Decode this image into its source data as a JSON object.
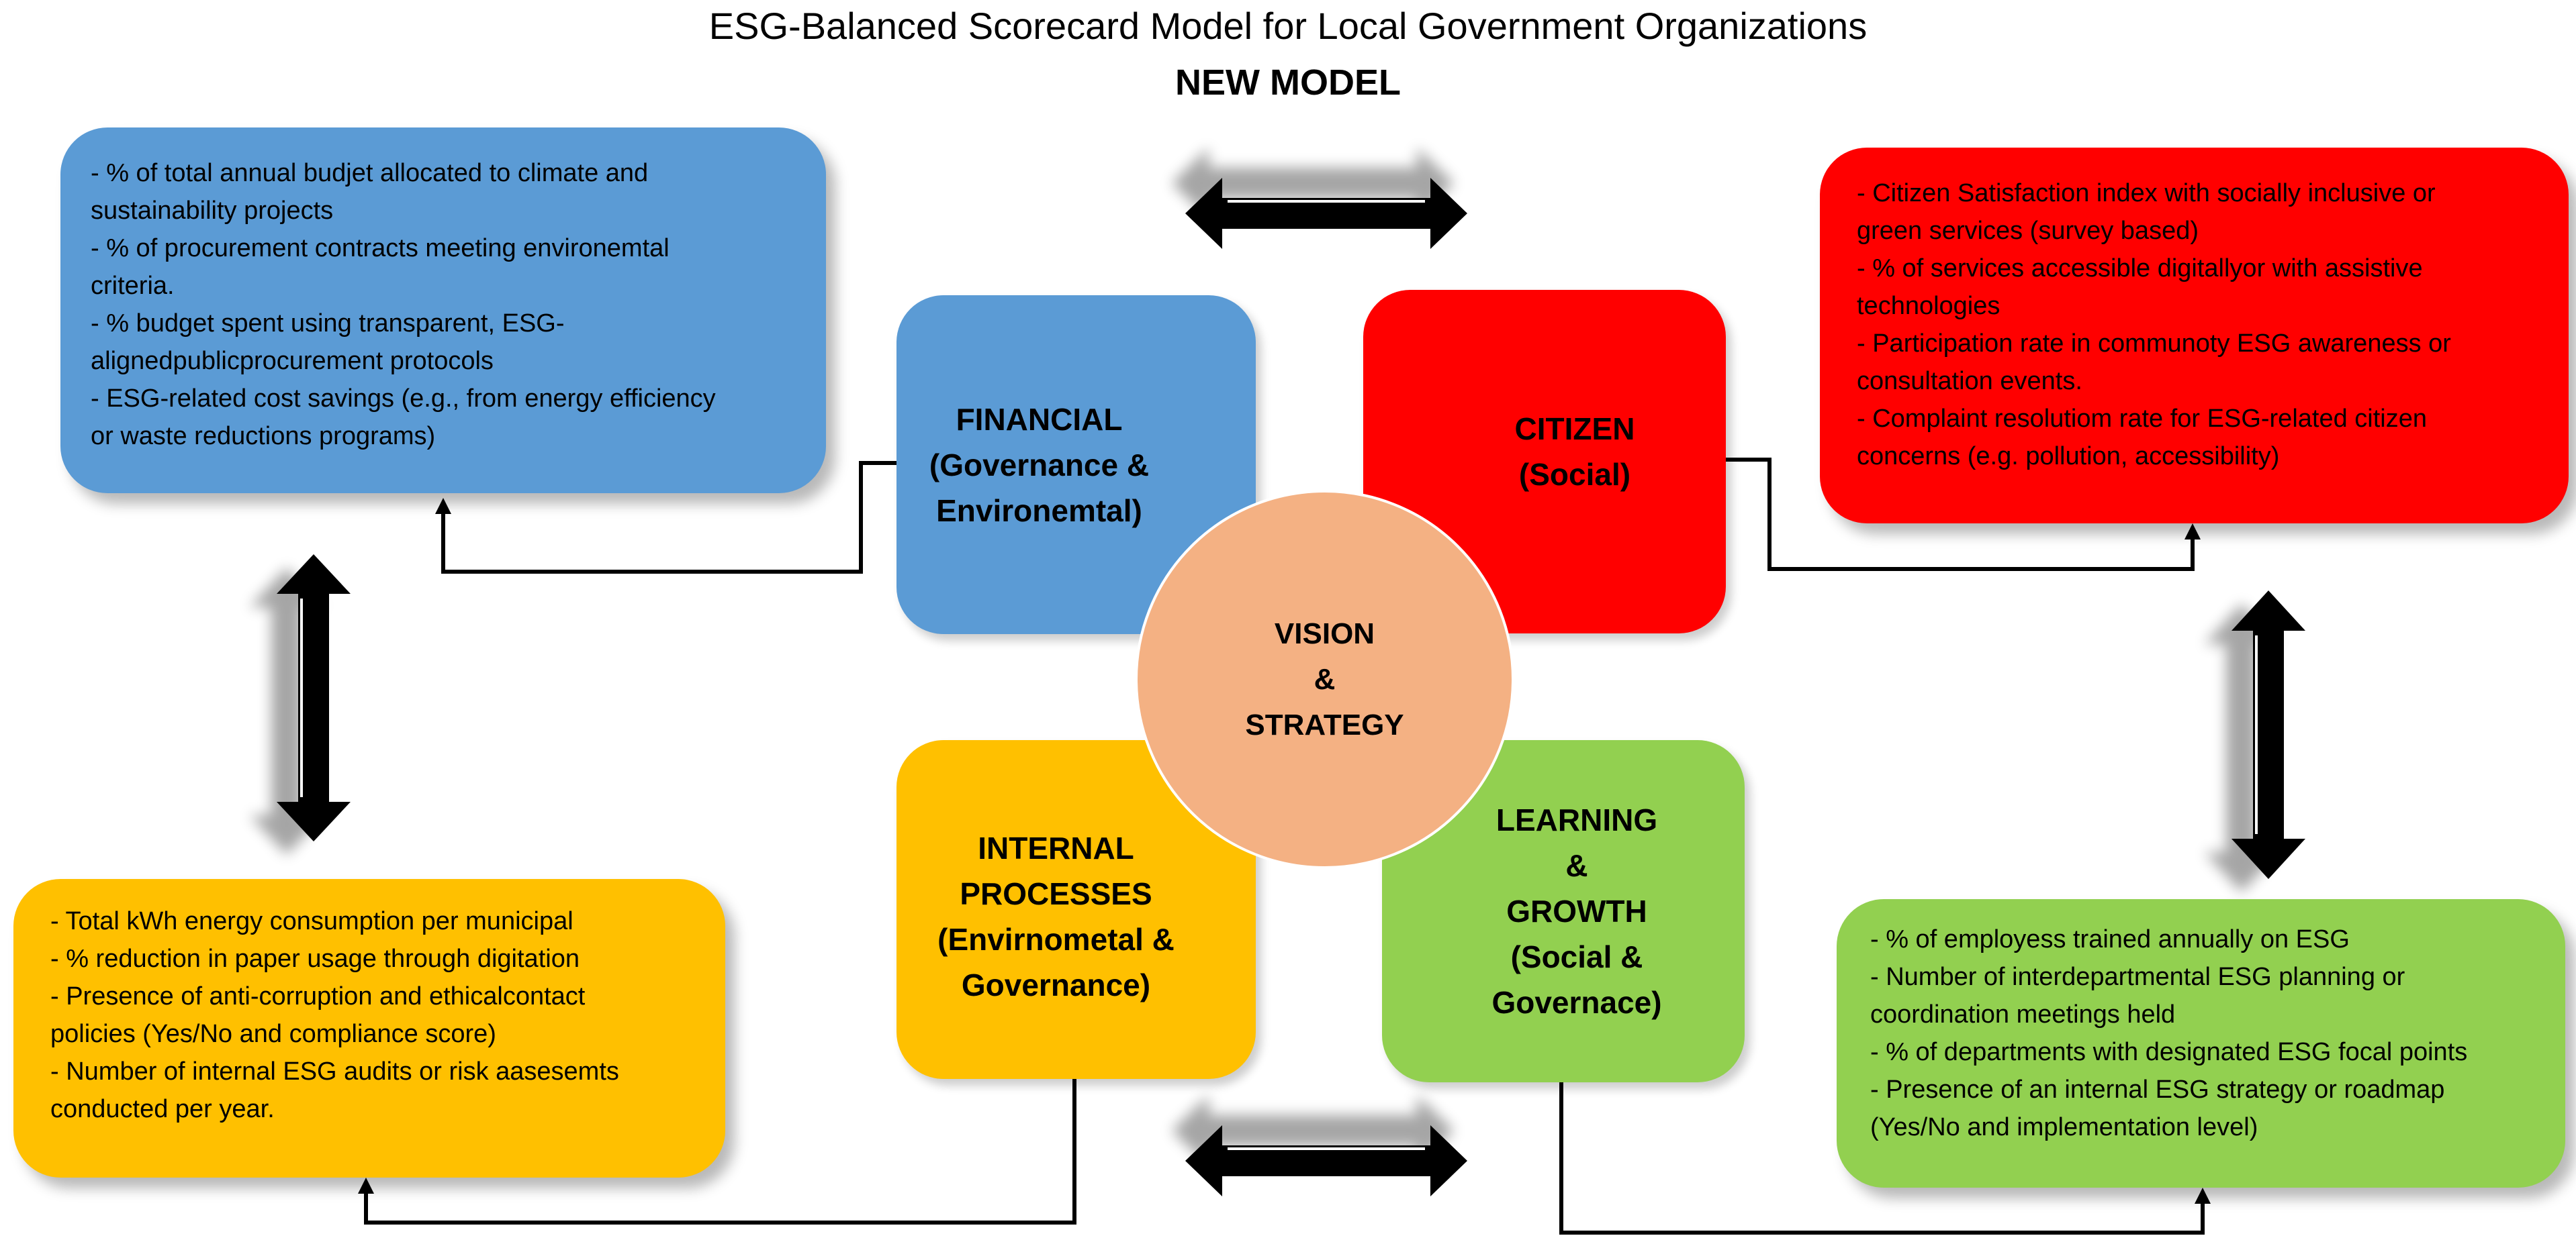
{
  "title": "ESG-Balanced Scorecard Model for Local Government Organizations",
  "subtitle": "NEW MODEL",
  "center": {
    "lines": [
      "VISION",
      "&",
      "STRATEGY"
    ]
  },
  "perspectives": {
    "financial": {
      "lines": [
        "FINANCIAL",
        "(Governance &",
        "Environemtal)"
      ],
      "color": "#5b9bd5"
    },
    "citizen": {
      "lines": [
        "CITIZEN",
        "(Social)"
      ],
      "color": "#ff0000"
    },
    "internal": {
      "lines": [
        "INTERNAL",
        "PROCESSES",
        "(Envirnometal &",
        "Governance)"
      ],
      "color": "#ffc000"
    },
    "learning": {
      "lines": [
        "LEARNING",
        "&",
        "GROWTH",
        "(Social &",
        "Governace)"
      ],
      "color": "#92d050"
    }
  },
  "kpis": {
    "financial": [
      "- % of total annual budjet allocated to climate and",
      "sustainability projects",
      "- % of procurement contracts meeting environemtal",
      "criteria.",
      "- % budget spent using transparent, ESG-",
      "alignedpublicprocurement protocols",
      "- ESG-related cost savings (e.g., from energy efficiency",
      "or waste reductions programs)"
    ],
    "citizen": [
      "- Citizen Satisfaction index with socially inclusive or",
      "green services (survey based)",
      "- % of services accessible digitallyor with assistive",
      "technologies",
      "- Participation rate in communoty ESG awareness or",
      "consultation events.",
      "- Complaint resolutiom rate for ESG-related citizen",
      "concerns (e.g. pollution, accessibility)"
    ],
    "internal": [
      "- Total kWh energy consumption per municipal",
      "- % reduction in paper usage through digitation",
      "- Presence of anti-corruption and ethicalcontact",
      "policies (Yes/No and compliance score)",
      "- Number of internal ESG audits or risk aasesemts",
      "conducted per year."
    ],
    "learning": [
      "- % of employess trained annually on ESG",
      "- Number of interdepartmental ESG planning or",
      "coordination meetings held",
      "- % of departments with designated ESG focal points",
      "- Presence of an internal ESG strategy or roadmap",
      "(Yes/No and implementation level)"
    ]
  }
}
